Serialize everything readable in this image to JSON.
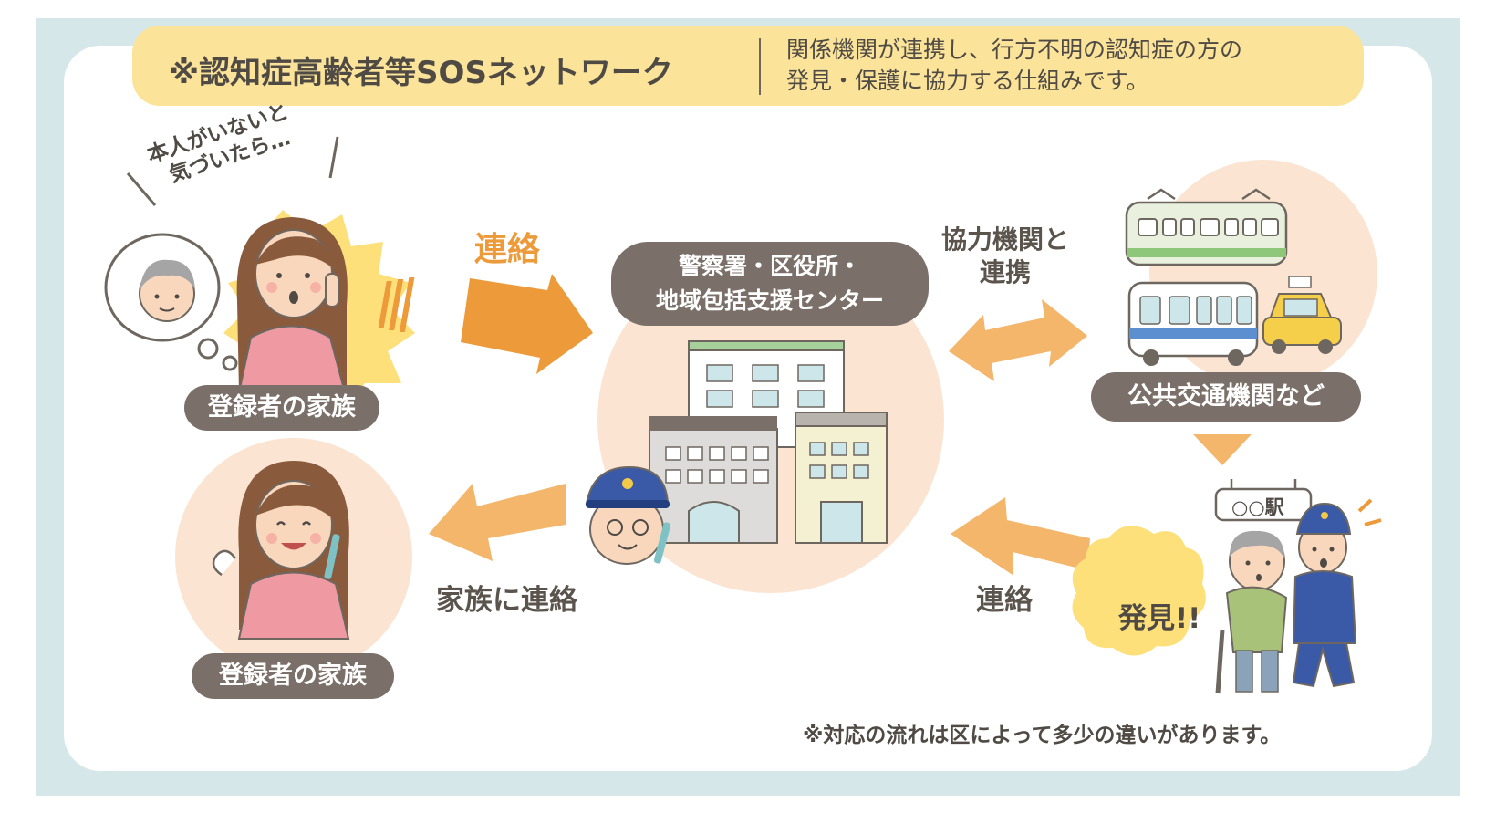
{
  "header": {
    "title": "※認知症高齢者等SOSネットワーク",
    "desc_line1": "関係機関が連携し、行方不明の認知症の方の",
    "desc_line2": "発見・保護に協力する仕組みです。"
  },
  "family_top": {
    "thought_line1": "本人がいないと",
    "thought_line2": "気づいたら…",
    "label": "登録者の家族"
  },
  "family_bottom": {
    "label": "登録者の家族"
  },
  "arrows": {
    "contact_top": "連絡",
    "family_contact": "家族に連絡",
    "cooperate_line1": "協力機関と",
    "cooperate_line2": "連携",
    "contact_bottom": "連絡"
  },
  "center": {
    "label_line1": "警察署・区役所・",
    "label_line2": "地域包括支援センター"
  },
  "transport": {
    "label": "公共交通機関など"
  },
  "found": {
    "station_sign": "○○駅",
    "text": "発見!!"
  },
  "note": "※対応の流れは区によって多少の違いがあります。",
  "colors": {
    "frame": "#d6e7ea",
    "header": "#fbe49a",
    "pill": "#7b7069",
    "arrow_orange": "#ec9a3a",
    "arrow_light": "#f3b66a",
    "peach_circle": "#fbe5d2",
    "burst_yellow": "#fde07a"
  }
}
